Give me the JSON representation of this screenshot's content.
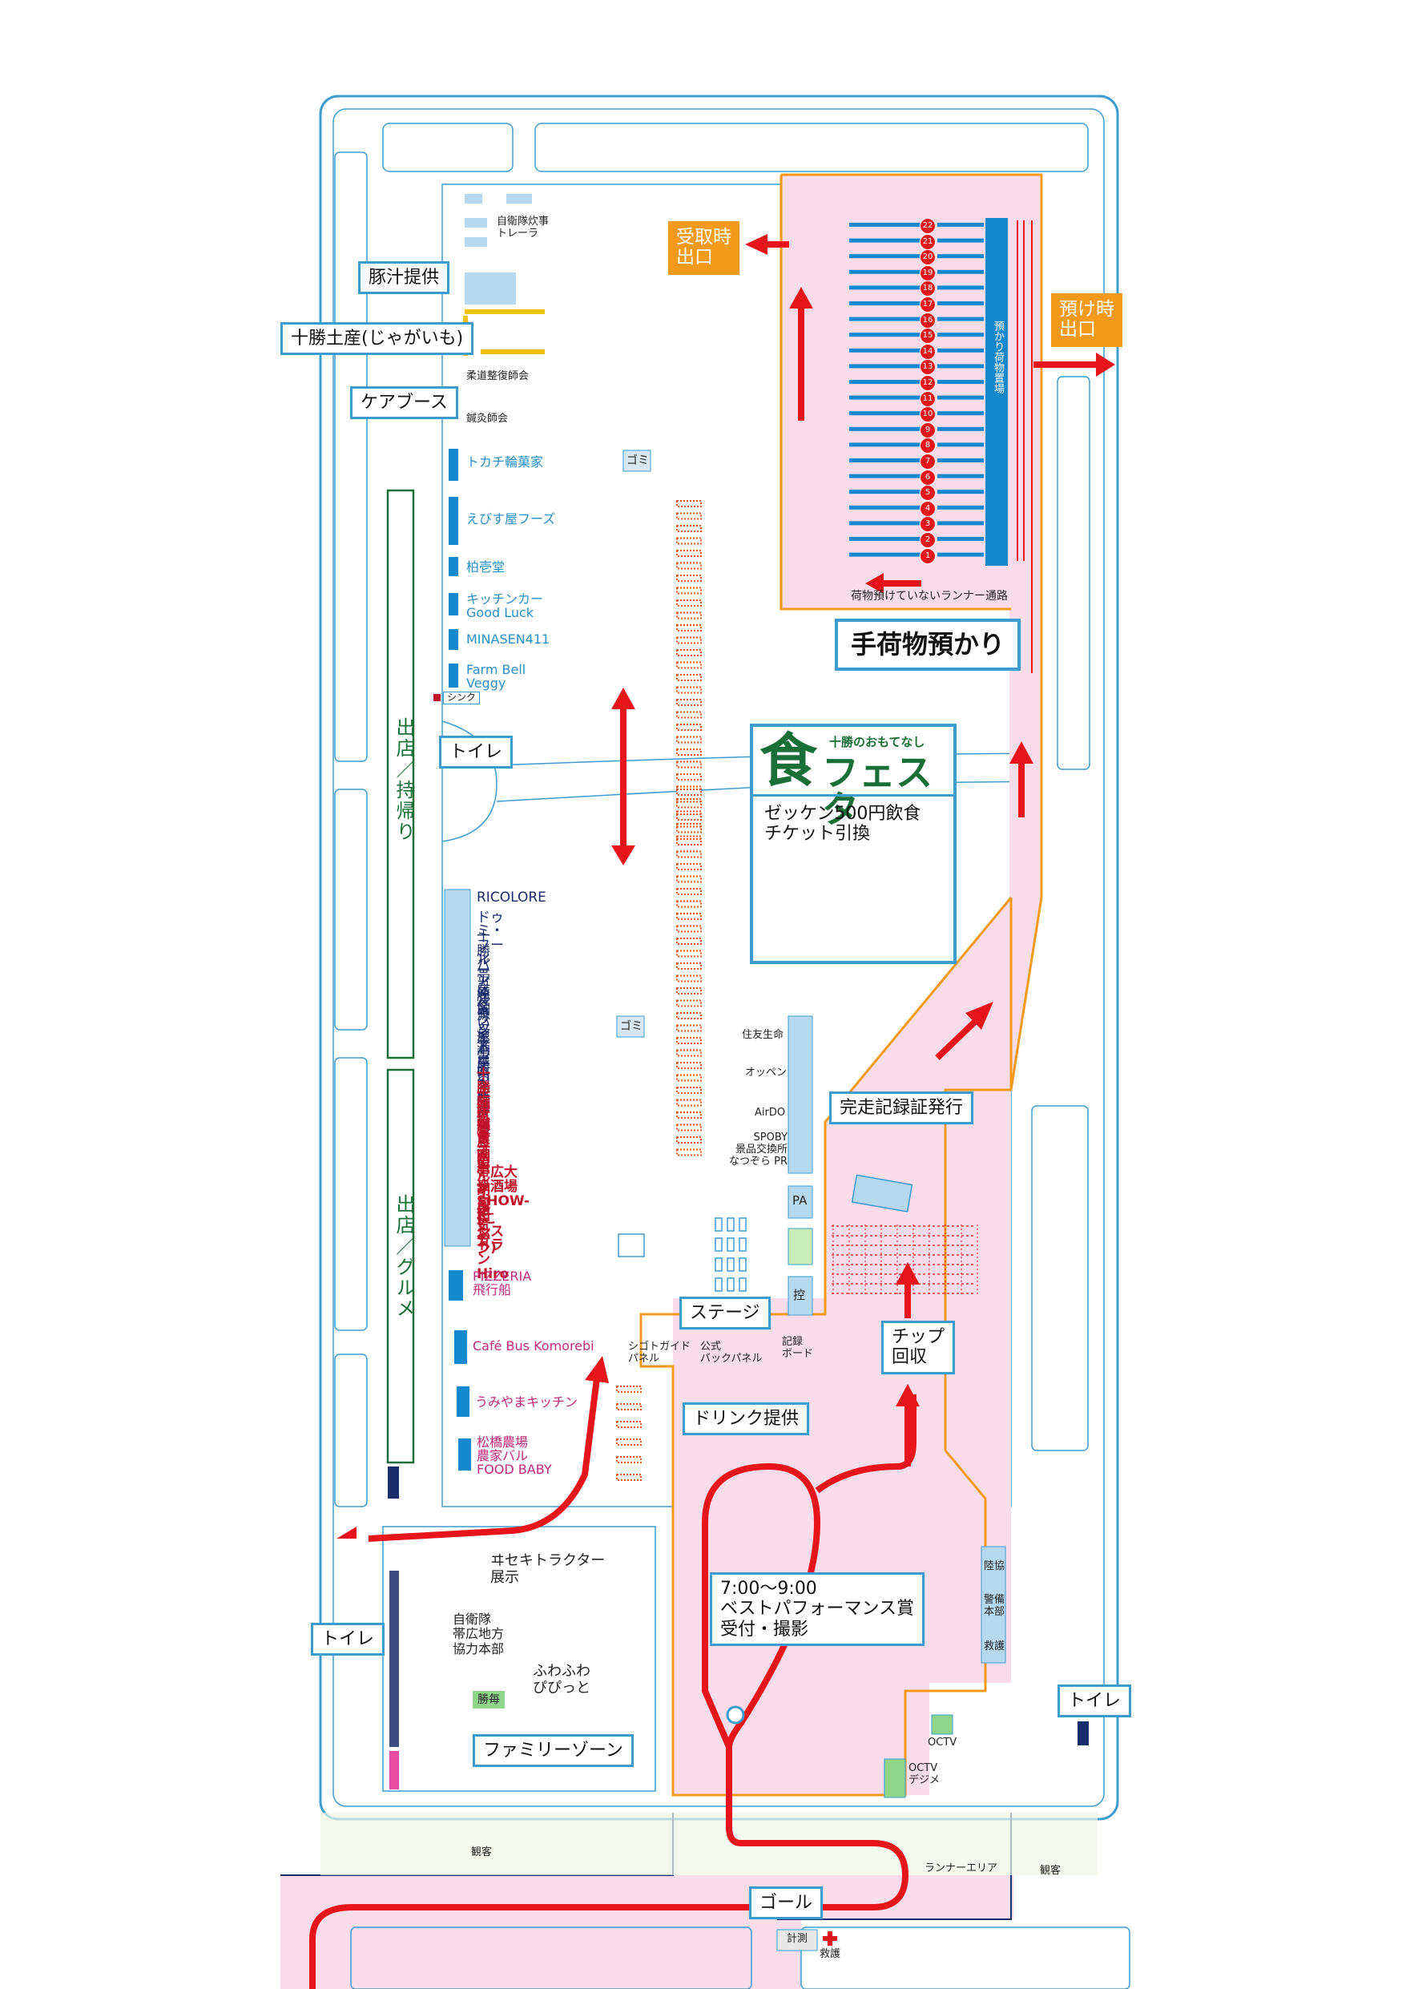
{
  "zones": {
    "tonjiru": "豚汁提供",
    "tokachi_dosan": "十勝土産(じゃがいも)",
    "care_booth": "ケアブース",
    "toilet": "トイレ",
    "baggage": "手荷物預かり",
    "finish_cert": "完走記録証発行",
    "chip_return": "チップ\n回収",
    "stage": "ステージ",
    "drink": "ドリンク提供",
    "best_performance": "7:00～9:00\nベストパフォーマンス賞\n受付・撮影",
    "family_zone": "ファミリーゾーン",
    "goal": "ゴール",
    "zekken_ticket": "ゼッケン500円飲食\nチケット引換"
  },
  "exits": {
    "pickup_exit": "受取時\n出口",
    "dropoff_exit": "預け時\n出口"
  },
  "shoku_festa": {
    "small_title": "十勝のおもてなし",
    "kanji": "食",
    "katakana": "フェスタ"
  },
  "vertical_labels": {
    "takeout": "出店／持帰り",
    "gourmet": "出店／グルメ",
    "baggage_area": "預かり荷物置場"
  },
  "baggage_numbers": [
    "22",
    "21",
    "20",
    "19",
    "18",
    "17",
    "16",
    "15",
    "14",
    "13",
    "12",
    "11",
    "10",
    "9",
    "8",
    "7",
    "6",
    "5",
    "4",
    "3",
    "2",
    "1"
  ],
  "baggage_runner_path": "荷物預けていないランナー通路",
  "vendors_takeout": [
    {
      "name": "トカチ輪菓家"
    },
    {
      "name": "えびす屋フーズ"
    },
    {
      "name": "柏壱堂"
    },
    {
      "name": "キッチンカー\nGood Luck"
    },
    {
      "name": "MINASEN411"
    },
    {
      "name": "Farm Bell\nVeggy"
    }
  ],
  "sink": "シンク",
  "vendors_gourmet_dark": [
    "RICOLORE",
    "ドゥミ・フール",
    "十勝パン連合",
    "シーガルキッチン",
    "帯広グランドホテル",
    "豚飼い屋十勝の豚丼",
    "源ファーム",
    "癒酒屋いこう",
    "帯広水産食品"
  ],
  "vendors_gourmet_red": [
    "十勝麺処 澄",
    "十勝輪食",
    "十勝農園",
    "らーめん胡風(こふう)",
    "酒居",
    "帯広大衆酒場 SHOW-和",
    "インデアン",
    "串気分",
    "レストランHiro"
  ],
  "vendors_gourmet_pink": [
    {
      "name": "PIZZERIA\n飛行船"
    },
    {
      "name": "Café Bus Komorebi"
    },
    {
      "name": "うみやまキッチン"
    },
    {
      "name": "松橋農場\n農家バル\nFOOD BABY"
    }
  ],
  "sponsors": [
    "住友生命",
    "オッペン",
    "AirDO",
    "SPOBY\n景品交換所\nなつぞら PR"
  ],
  "stage_small": {
    "pa": "PA",
    "hikae": "控"
  },
  "panels": {
    "sightseeing": "シゴトガイド\nパネル",
    "backpanel": "公式\nバックパネル",
    "record_board": "記録\nボード"
  },
  "trash": "ゴミ",
  "top_left_small": {
    "sdf_trailer": "自衛隊炊事\nトレーラ",
    "judo": "柔道整復師会",
    "shinkyu": "鍼灸師会"
  },
  "family": {
    "tractor": "ヰセキトラクター\n展示",
    "sdf": "自衛隊\n帯広地方\n協力本部",
    "fuwafuwa": "ふわふわ\nぴぴっと",
    "kachimai": "勝毎"
  },
  "right_small": {
    "rikukyo": "陸協",
    "keibi": "警備\n本部",
    "kyugo": "救護",
    "octv": "OCTV",
    "octv_dejime": "OCTV\nデジメ"
  },
  "bottom": {
    "audience_left": "観客",
    "audience_right": "観客",
    "runner_area": "ランナーエリア",
    "keisoku": "計測",
    "kyugo": "救護"
  },
  "colors": {
    "road": "#3c9cd0",
    "pink_area": "#f9dcea",
    "orange_border": "#f39a1b",
    "arrow_red": "#e8141c",
    "vendor_blue": "#1588d0",
    "green": "#1a6e37",
    "stall_orange": "#e55a1a"
  }
}
